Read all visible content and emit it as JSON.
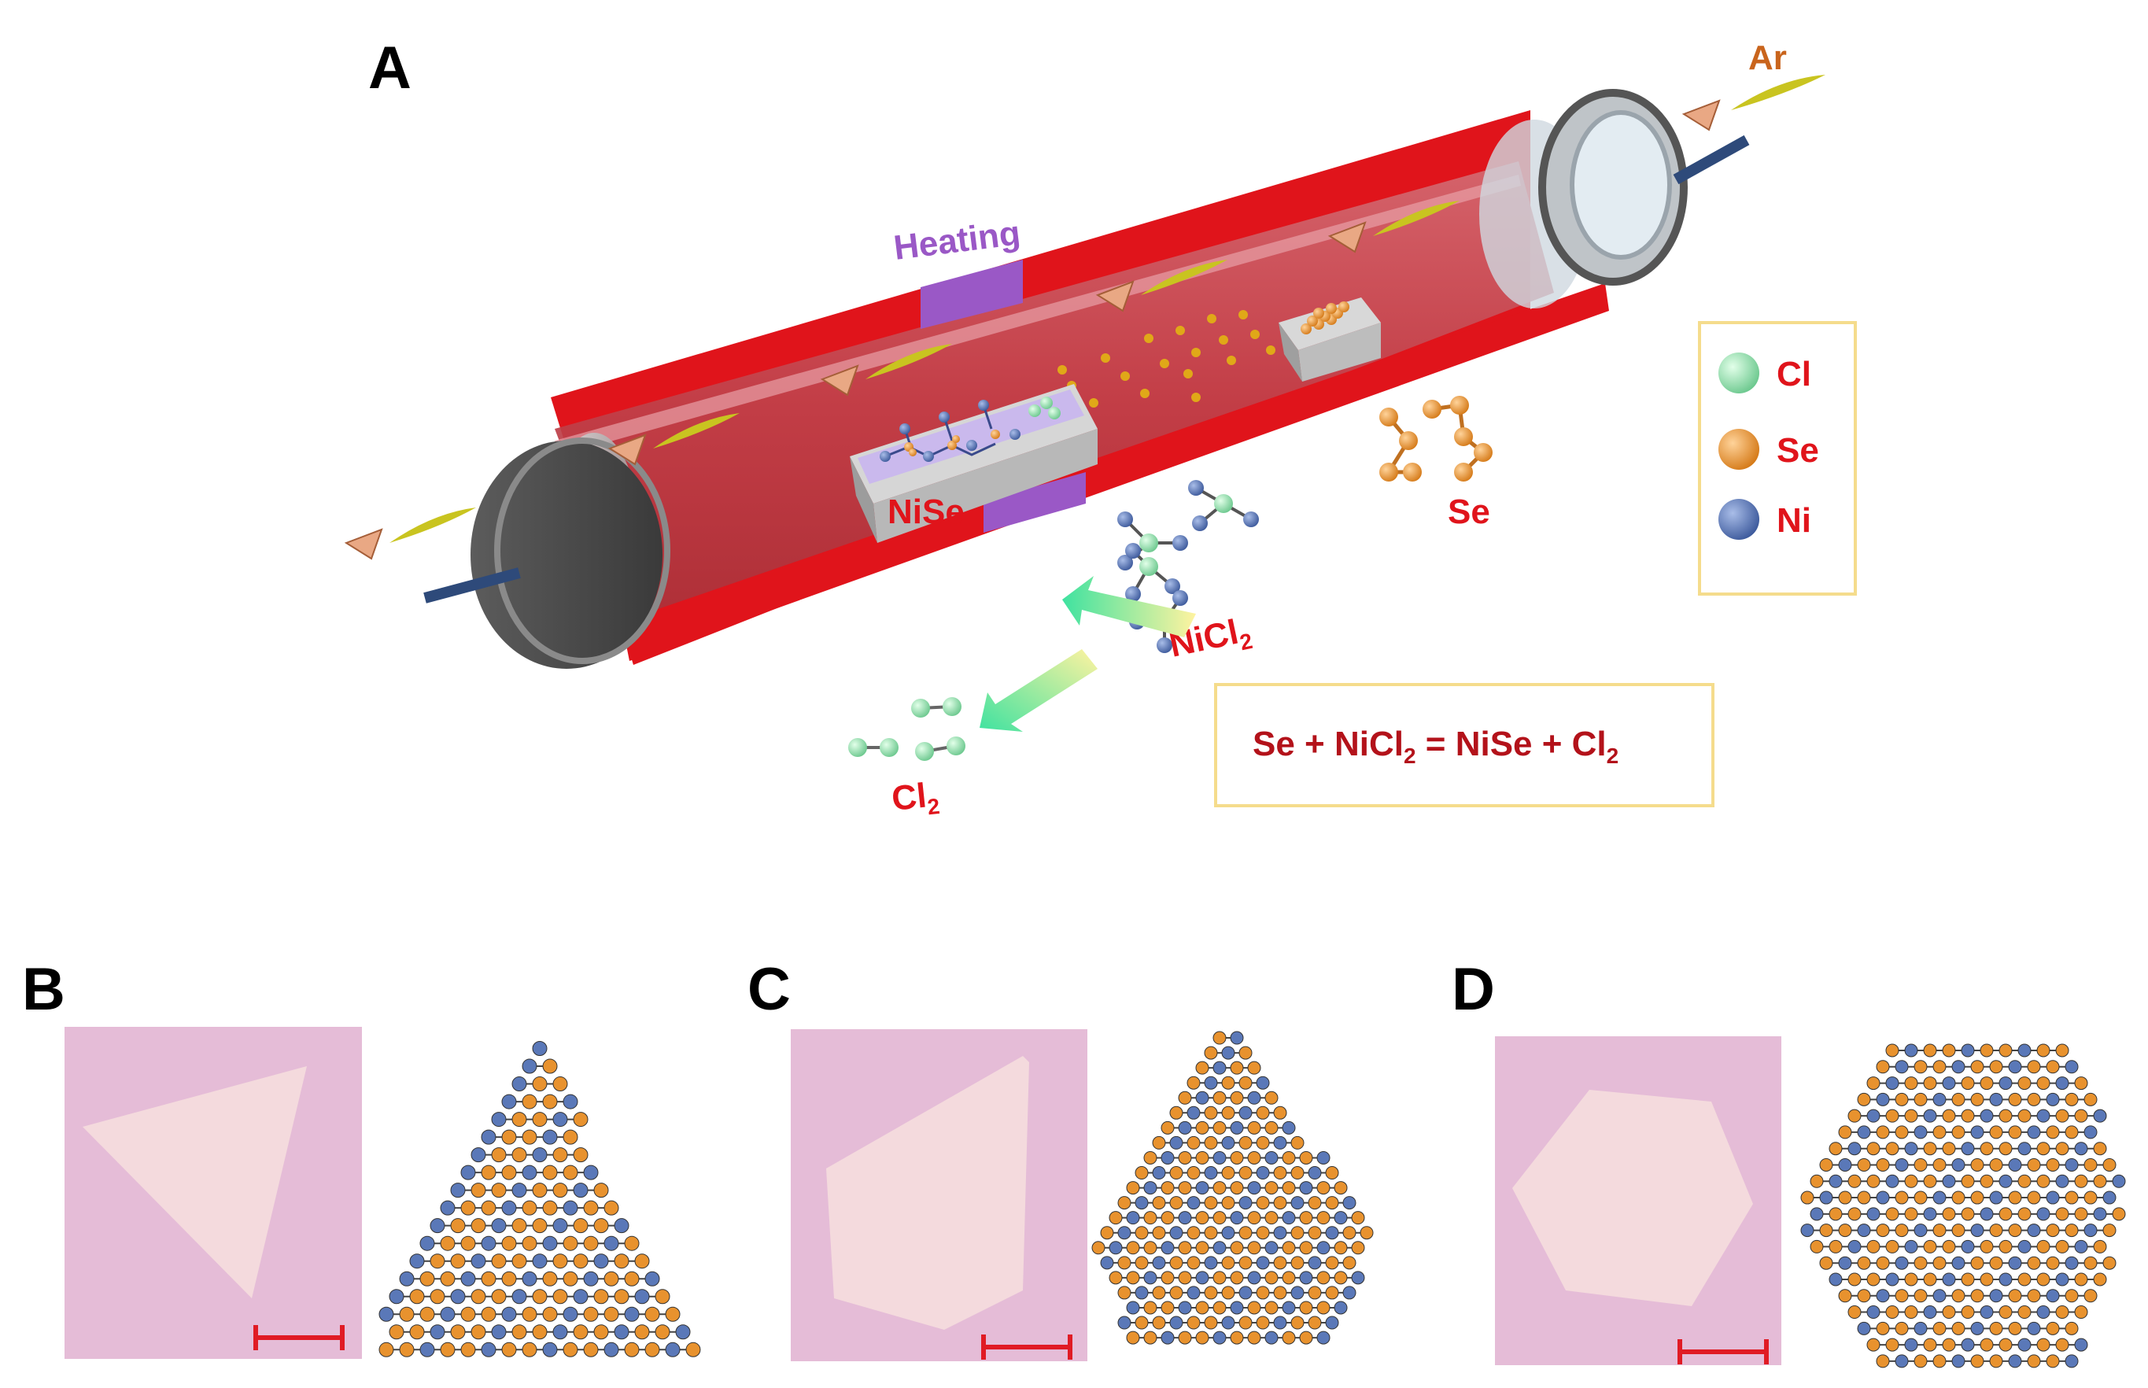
{
  "panels": {
    "a": "A",
    "b": "B",
    "c": "C",
    "d": "D"
  },
  "furnace": {
    "heating_label": "Heating",
    "gas_label": "Ar",
    "product_label": "NiSe",
    "se_label": "Se",
    "precursor_label": "NiCl",
    "precursor_sub": "2",
    "byproduct_label": "Cl",
    "byproduct_sub": "2"
  },
  "legend": {
    "items": [
      {
        "label": "Cl",
        "color": "#8fdcaa"
      },
      {
        "label": "Se",
        "color": "#e8922e"
      },
      {
        "label": "Ni",
        "color": "#5a78b8"
      }
    ]
  },
  "equation": {
    "part1": "Se + NiCl",
    "sub1": "2",
    "part2": " = NiSe + Cl",
    "sub2": "2"
  },
  "colors": {
    "furnace_red": "#e0141b",
    "heating_purple": "#9a58c6",
    "label_red": "#e0141b",
    "equation_red": "#b3121a",
    "box_border": "#f5dc8c",
    "ar_orange": "#c9641c",
    "optical_bg": "#e5bcd7",
    "flake": "#f4dadd",
    "scalebar": "#e01b24",
    "se_atom": "#e8922e",
    "ni_atom": "#5a78b8",
    "cl_atom": "#8fdcaa"
  },
  "icons": [
    "flake-triangle",
    "flake-truncated",
    "flake-hexagon",
    "atomic-lattice",
    "quartz-tube",
    "arrow"
  ]
}
